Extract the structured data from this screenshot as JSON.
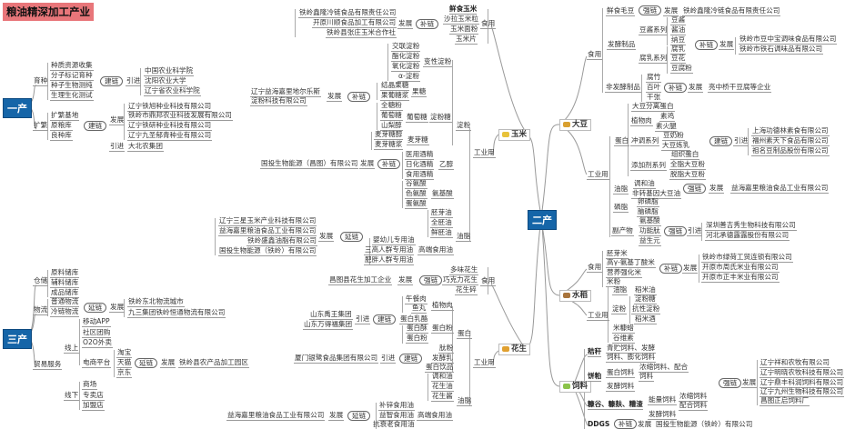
{
  "title": "粮油精深加工产业",
  "primary": {
    "label": "一产",
    "breeding": {
      "label": "育种",
      "items": [
        "种质资源收集",
        "分子标记育种",
        "种子生物测纯",
        "生理生化测试"
      ],
      "chain": "建链",
      "action": "引进",
      "partners": [
        "中国农业科学院",
        "沈阳农业大学",
        "辽宁省农业科学院"
      ]
    },
    "propagation": {
      "label": "扩繁",
      "items": [
        "扩繁基地",
        "原粮库",
        "良种库"
      ],
      "chain": "建链",
      "develop": "发展",
      "companies": [
        "辽宁铁旭种业科技有限公司",
        "铁岭市鼎邦农业科技发展有限公司",
        "辽宁铁研种业科技有限公司",
        "辽宁九圣郁青种业有限公司"
      ],
      "introduce": "引进",
      "introduced": "大北农集团"
    }
  },
  "tertiary": {
    "label": "三产",
    "storage": {
      "label": "仓储",
      "items": [
        "原料储库",
        "辅料储库",
        "成品储库"
      ]
    },
    "logistics": {
      "label": "物流",
      "items": [
        "普通物流",
        "冷链物流"
      ],
      "chain": "延链",
      "develop": "发展",
      "companies": [
        "铁岭东北物流城市",
        "九三集团铁岭恒通物流有限公司"
      ]
    },
    "trade": {
      "label": "贸易服务",
      "online": {
        "label": "线上",
        "items": [
          "移动APP",
          "社区团购",
          "O2O外卖",
          "电商平台"
        ],
        "platforms": [
          "淘宝",
          "天猫",
          "京东"
        ],
        "chain": "延链",
        "develop": "发展",
        "company": "铁岭县农产品加工园区"
      },
      "offline": {
        "label": "线下",
        "items": [
          "商场",
          "专卖店",
          "加盟店"
        ]
      }
    }
  },
  "secondary": {
    "label": "二产",
    "corn": {
      "label": "玉米",
      "food": {
        "label": "食用",
        "head": "鲜食玉米",
        "items": [
          "沙拉玉米粒",
          "玉米面粉",
          "玉米片"
        ],
        "chain": "补链",
        "develop": "发展",
        "companies": [
          "铁岭鑫隆冷链食品有限责任公司",
          "开原川顺食品加工有限公司",
          "铁岭县张庄玉米合作社"
        ]
      },
      "industrial": {
        "label": "工业用",
        "starch": {
          "label": "淀粉",
          "modified": {
            "label": "变性淀粉",
            "items": [
              "交联淀粉",
              "酯化淀粉",
              "氧化淀粉",
              "α-淀粉"
            ]
          },
          "sugar": {
            "label": "淀粉糖",
            "fructose": {
              "label": "果糖",
              "items": [
                "结晶果糖",
                "果葡糖浆"
              ]
            },
            "glucose": {
              "label": "葡萄糖",
              "items": [
                "全糖粉",
                "葡萄糖",
                "山梨醇"
              ]
            },
            "maltose": {
              "label": "麦芽糖",
              "items": [
                "麦芽糖醇",
                "麦芽糖浆"
              ]
            }
          },
          "chain": "补链",
          "develop": "发展",
          "company": [
            "辽宁益海嘉里地尔乐斯",
            "淀粉科技有限公司"
          ]
        },
        "ethanol": {
          "label": "乙醇",
          "items": [
            "医用酒精",
            "日化酒精",
            "食用酒精"
          ],
          "chain": "补链",
          "develop": "发展",
          "company": "国投生物能源（昌图）有限公司"
        },
        "amino": {
          "label": "氨基酸",
          "items": [
            "谷氨酸",
            "色氨酸",
            "蛋氨酸"
          ]
        },
        "oil": {
          "label": "油脂",
          "items": [
            "胚芽油",
            "全胚油",
            "鲜胚油"
          ],
          "premium": {
            "label": "高端食用油",
            "items": [
              "婴幼儿专用油",
              "三高人群专用油",
              "肥胖人群专用油"
            ]
          },
          "chain": "延链",
          "develop": "发展",
          "companies": [
            "辽宁三星玉米产业科技有限公司",
            "益海嘉里粮油食品工业有限公司",
            "铁岭盛鑫油脂有限公司",
            "国投生物能源（铁岭）有限公司"
          ]
        }
      }
    },
    "peanut": {
      "label": "花生",
      "food": {
        "label": "食用",
        "items": [
          "多味花生",
          "巧克力花生",
          "花生碎"
        ],
        "chain": "强链",
        "develop": "发展",
        "company": "昌图县花生加工企业"
      },
      "industrial": {
        "label": "工业用",
        "protein": {
          "label": "蛋白",
          "meat": {
            "label": "植物肉",
            "items": [
              "午餐肉",
              "鱼丸"
            ]
          },
          "cheese": "蛋白乳酪",
          "powder": {
            "label": "蛋白粉",
            "items": [
              "蛋白酥",
              "蛋白粉"
            ]
          },
          "others": [
            "肽粉",
            "发酵乳",
            "蛋白饮品"
          ],
          "chain1": "建链",
          "intro1": "引进",
          "companies1": [
            "山东禹王集团",
            "山东万得福集团"
          ],
          "chain2": "建链",
          "intro2": "引进",
          "company2": "厦门银鹭食品集团有限公司"
        },
        "oil": {
          "label": "油脂",
          "items": [
            "调和油",
            "花生油",
            "花生酱"
          ],
          "premium": {
            "label": "高端食用油",
            "items": [
              "补锌食用油",
              "益智食用油",
              "抗衰老食用油"
            ]
          },
          "chain": "延链",
          "develop": "发展",
          "company": "益海嘉里粮油食品工业有限公司"
        }
      }
    },
    "soybean": {
      "label": "大豆",
      "food": {
        "label": "食用",
        "fresh": {
          "label": "鲜食毛豆",
          "chain": "强链",
          "develop": "发展",
          "company": "铁岭鑫隆冷链食品有限责任公司"
        },
        "fermented": {
          "label": "发酵制品",
          "paste": {
            "label": "豆酱系列",
            "items": [
              "豆酱",
              "酱油",
              "纳豆"
            ]
          },
          "curd": {
            "label": "腐乳系列",
            "items": [
              "腐乳",
              "豆花",
              "豆腐粉"
            ]
          },
          "chain": "补链",
          "develop": "发展",
          "companies": [
            "铁岭市豆中宝调味食品有限公司",
            "铁岭市铁石调味品有限公司"
          ]
        },
        "nonfermented": {
          "label": "非发酵制品",
          "items": [
            "腐竹",
            "百叶",
            "干张"
          ],
          "chain": "补链",
          "develop": "发展",
          "company": "亮中桥干豆腐等企业"
        }
      },
      "industrial": {
        "label": "工业用",
        "protein": {
          "label": "蛋白",
          "isolate": "大豆分离蛋白",
          "meat": {
            "label": "植物肉",
            "items": [
              "素鸡",
              "素火腿"
            ]
          },
          "drink": {
            "label": "冲调系列",
            "items": [
              "豆奶粉",
              "大豆炼乳"
            ]
          },
          "additive": {
            "label": "添加剂系列",
            "items": [
              "组织蛋白",
              "全脂大豆粉",
              "脱脂大豆粉"
            ]
          },
          "chain": "建链",
          "intro": "引进",
          "companies": [
            "上海功德林素食有限公司",
            "福州素天下食品有限公司",
            "祖名豆制品股份有限公司"
          ]
        },
        "oil": {
          "label": "油脂",
          "items": [
            "调和油",
            "非转基因大豆油"
          ],
          "chain": "强链",
          "develop": "发展",
          "company": "益海嘉里粮油食品工业有限公司"
        },
        "lecithin": {
          "label": "磷脂",
          "items": [
            "卵磷脂",
            "脑磷脂"
          ]
        },
        "byproduct": {
          "label": "副产物",
          "items": [
            "氨基酸",
            "功能肽",
            "益生元"
          ],
          "chain": "强链",
          "intro": "引进",
          "companies": [
            "深圳善吉秀生物科技有限公司",
            "河北承德露露股份有限公司"
          ]
        }
      }
    },
    "rice": {
      "label": "水稻",
      "food": {
        "label": "食用",
        "items": [
          "胚芽米",
          "高γ-氨基丁酸米",
          "营养强化米",
          "米粉"
        ],
        "chain": "补链",
        "develop": "发展",
        "companies": [
          "铁岭市绿荷工贸连锁有限公司",
          "开原市周氏米业有限公司",
          "开原市正丰米业有限公司"
        ]
      },
      "industrial": {
        "label": "工业用",
        "oil": {
          "label": "油脂",
          "item": "稻米油"
        },
        "starch": {
          "label": "淀粉",
          "items": [
            "淀粉糖",
            "抗性淀粉",
            "稻米酒"
          ]
        },
        "others": [
          "米糠蜡",
          "谷维素"
        ]
      }
    },
    "feed": {
      "label": "饲料",
      "straw": {
        "label": "秸秆",
        "items": [
          "青贮饲料、发酵",
          "饲料、膨化饲料"
        ]
      },
      "cake": {
        "label": "饼粕",
        "protein": "蛋白饲料",
        "protein_items": [
          "浓缩饲料、配合",
          "饲料"
        ],
        "ferment": "发酵饲料"
      },
      "bran": {
        "label": "糠谷、糠麸、糟渣",
        "energy": "能量饲料",
        "energy_items": [
          "浓缩饲料",
          "配合饲料"
        ],
        "ferment": "发酵饲料"
      },
      "chain": "强链",
      "develop": "发展",
      "companies": [
        "辽宁祥和农牧有限公司",
        "辽宁明晓农牧科技有限公司",
        "辽宁鼎丰科润饲料有限公司",
        "辽宁九州生物科技有限公司",
        "昌图正启饲料厂"
      ],
      "ddgs": {
        "label": "DDGS",
        "chain": "补链",
        "develop": "发展",
        "company": "国投生物能源（铁岭）有限公司"
      }
    }
  },
  "colors": {
    "hub": "#1565a8",
    "title": "#e8767a",
    "corn": "#e8c23a",
    "soybean": "#d9a030",
    "rice": "#a8743c",
    "peanut": "#e0a030",
    "feed": "#8bc34a"
  }
}
